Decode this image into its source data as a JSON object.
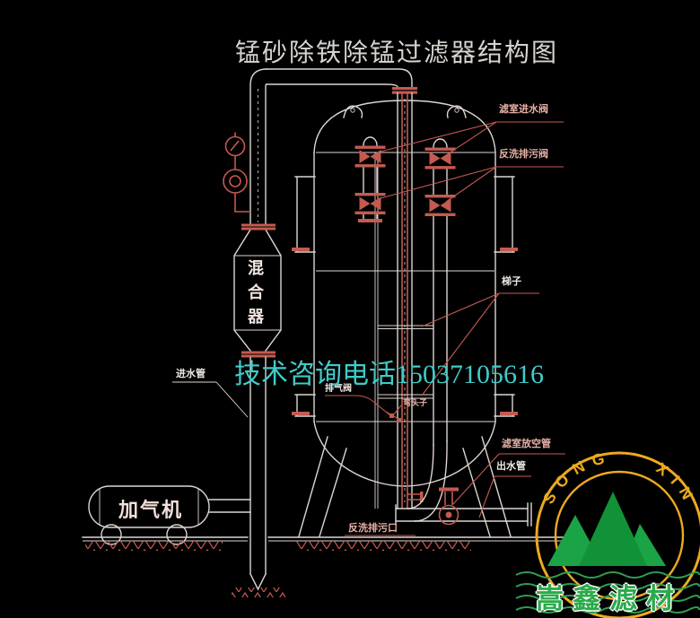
{
  "title": "锰砂除铁除锰过滤器结构图",
  "watermark": "技术咨询电话15037105616",
  "labels": {
    "filter_inlet_valve": "滤室进水阀",
    "backwash_drain_valve": "反洗排污阀",
    "ladder": "梯子",
    "inlet_pipe": "进水管",
    "exhaust_valve": "排气阀",
    "elbow": "弯头子",
    "chamber_vent_pipe": "滤室放空管",
    "outlet_pipe": "出水管",
    "backwash_drain_outlet": "反洗排污口",
    "mixer": "混合器",
    "aerator": "加气机"
  },
  "logo": {
    "arc_text": "SONG XIN",
    "name": "嵩鑫滤材"
  },
  "colors": {
    "background": "#000000",
    "line_white": "#ddd6d2",
    "line_red": "#c45a50",
    "label_red": "#e7b0a6",
    "label_white": "#efe8e3",
    "watermark_cyan": "#3fccc9",
    "logo_yellow": "#edaa1e",
    "mountain_green": "#129238",
    "brand_green": "#2aab4a"
  }
}
